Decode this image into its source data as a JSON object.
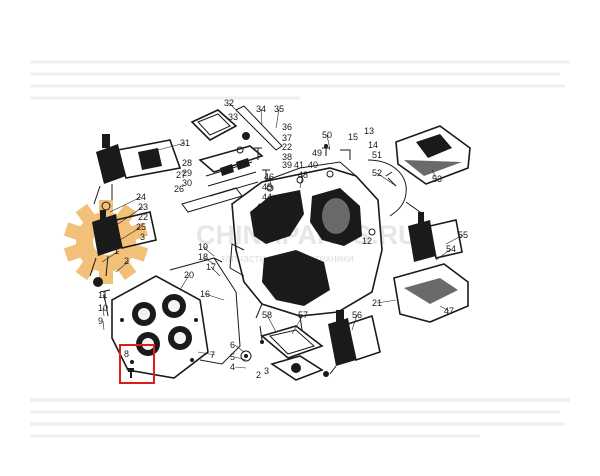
{
  "watermark": {
    "brand": "CHINAPARTS.RU",
    "tagline": "запчасти для спецтехники",
    "gear_color": "#f2c079"
  },
  "highlight": {
    "label": "8",
    "color": "#e01b1b"
  },
  "part_labels": [
    {
      "id": "32",
      "text": "32"
    },
    {
      "id": "34",
      "text": "34"
    },
    {
      "id": "35",
      "text": "35"
    },
    {
      "id": "33",
      "text": "33"
    },
    {
      "id": "36",
      "text": "36"
    },
    {
      "id": "37",
      "text": "37"
    },
    {
      "id": "22a",
      "text": "22"
    },
    {
      "id": "38",
      "text": "38"
    },
    {
      "id": "39",
      "text": "39"
    },
    {
      "id": "31",
      "text": "31"
    },
    {
      "id": "28",
      "text": "28"
    },
    {
      "id": "29",
      "text": "29"
    },
    {
      "id": "30",
      "text": "30"
    },
    {
      "id": "27",
      "text": "27"
    },
    {
      "id": "26",
      "text": "26"
    },
    {
      "id": "24",
      "text": "24"
    },
    {
      "id": "23",
      "text": "23"
    },
    {
      "id": "25",
      "text": "25"
    },
    {
      "id": "22b",
      "text": "22"
    },
    {
      "id": "3",
      "text": "3"
    },
    {
      "id": "19",
      "text": "19"
    },
    {
      "id": "18",
      "text": "18"
    },
    {
      "id": "17",
      "text": "17"
    },
    {
      "id": "1",
      "text": "1"
    },
    {
      "id": "2",
      "text": "2"
    },
    {
      "id": "20",
      "text": "20"
    },
    {
      "id": "11",
      "text": "11"
    },
    {
      "id": "10",
      "text": "10"
    },
    {
      "id": "9",
      "text": "9"
    },
    {
      "id": "16",
      "text": "16"
    },
    {
      "id": "7",
      "text": "7"
    },
    {
      "id": "6",
      "text": "6"
    },
    {
      "id": "5",
      "text": "5"
    },
    {
      "id": "4",
      "text": "4"
    },
    {
      "id": "3b",
      "text": "3"
    },
    {
      "id": "2b",
      "text": "2"
    },
    {
      "id": "58",
      "text": "58"
    },
    {
      "id": "57",
      "text": "57"
    },
    {
      "id": "56",
      "text": "56"
    },
    {
      "id": "21",
      "text": "21"
    },
    {
      "id": "47",
      "text": "47"
    },
    {
      "id": "55",
      "text": "55"
    },
    {
      "id": "54",
      "text": "54"
    },
    {
      "id": "53",
      "text": "53"
    },
    {
      "id": "52",
      "text": "52"
    },
    {
      "id": "51",
      "text": "51"
    },
    {
      "id": "13",
      "text": "13"
    },
    {
      "id": "15",
      "text": "15"
    },
    {
      "id": "50",
      "text": "50"
    },
    {
      "id": "49",
      "text": "49"
    },
    {
      "id": "48",
      "text": "48"
    },
    {
      "id": "46",
      "text": "46"
    },
    {
      "id": "45",
      "text": "45"
    },
    {
      "id": "44",
      "text": "44"
    },
    {
      "id": "43",
      "text": "43"
    },
    {
      "id": "42",
      "text": "42"
    },
    {
      "id": "41",
      "text": "41"
    },
    {
      "id": "40",
      "text": "40"
    },
    {
      "id": "14",
      "text": "14"
    },
    {
      "id": "12",
      "text": "12"
    }
  ]
}
